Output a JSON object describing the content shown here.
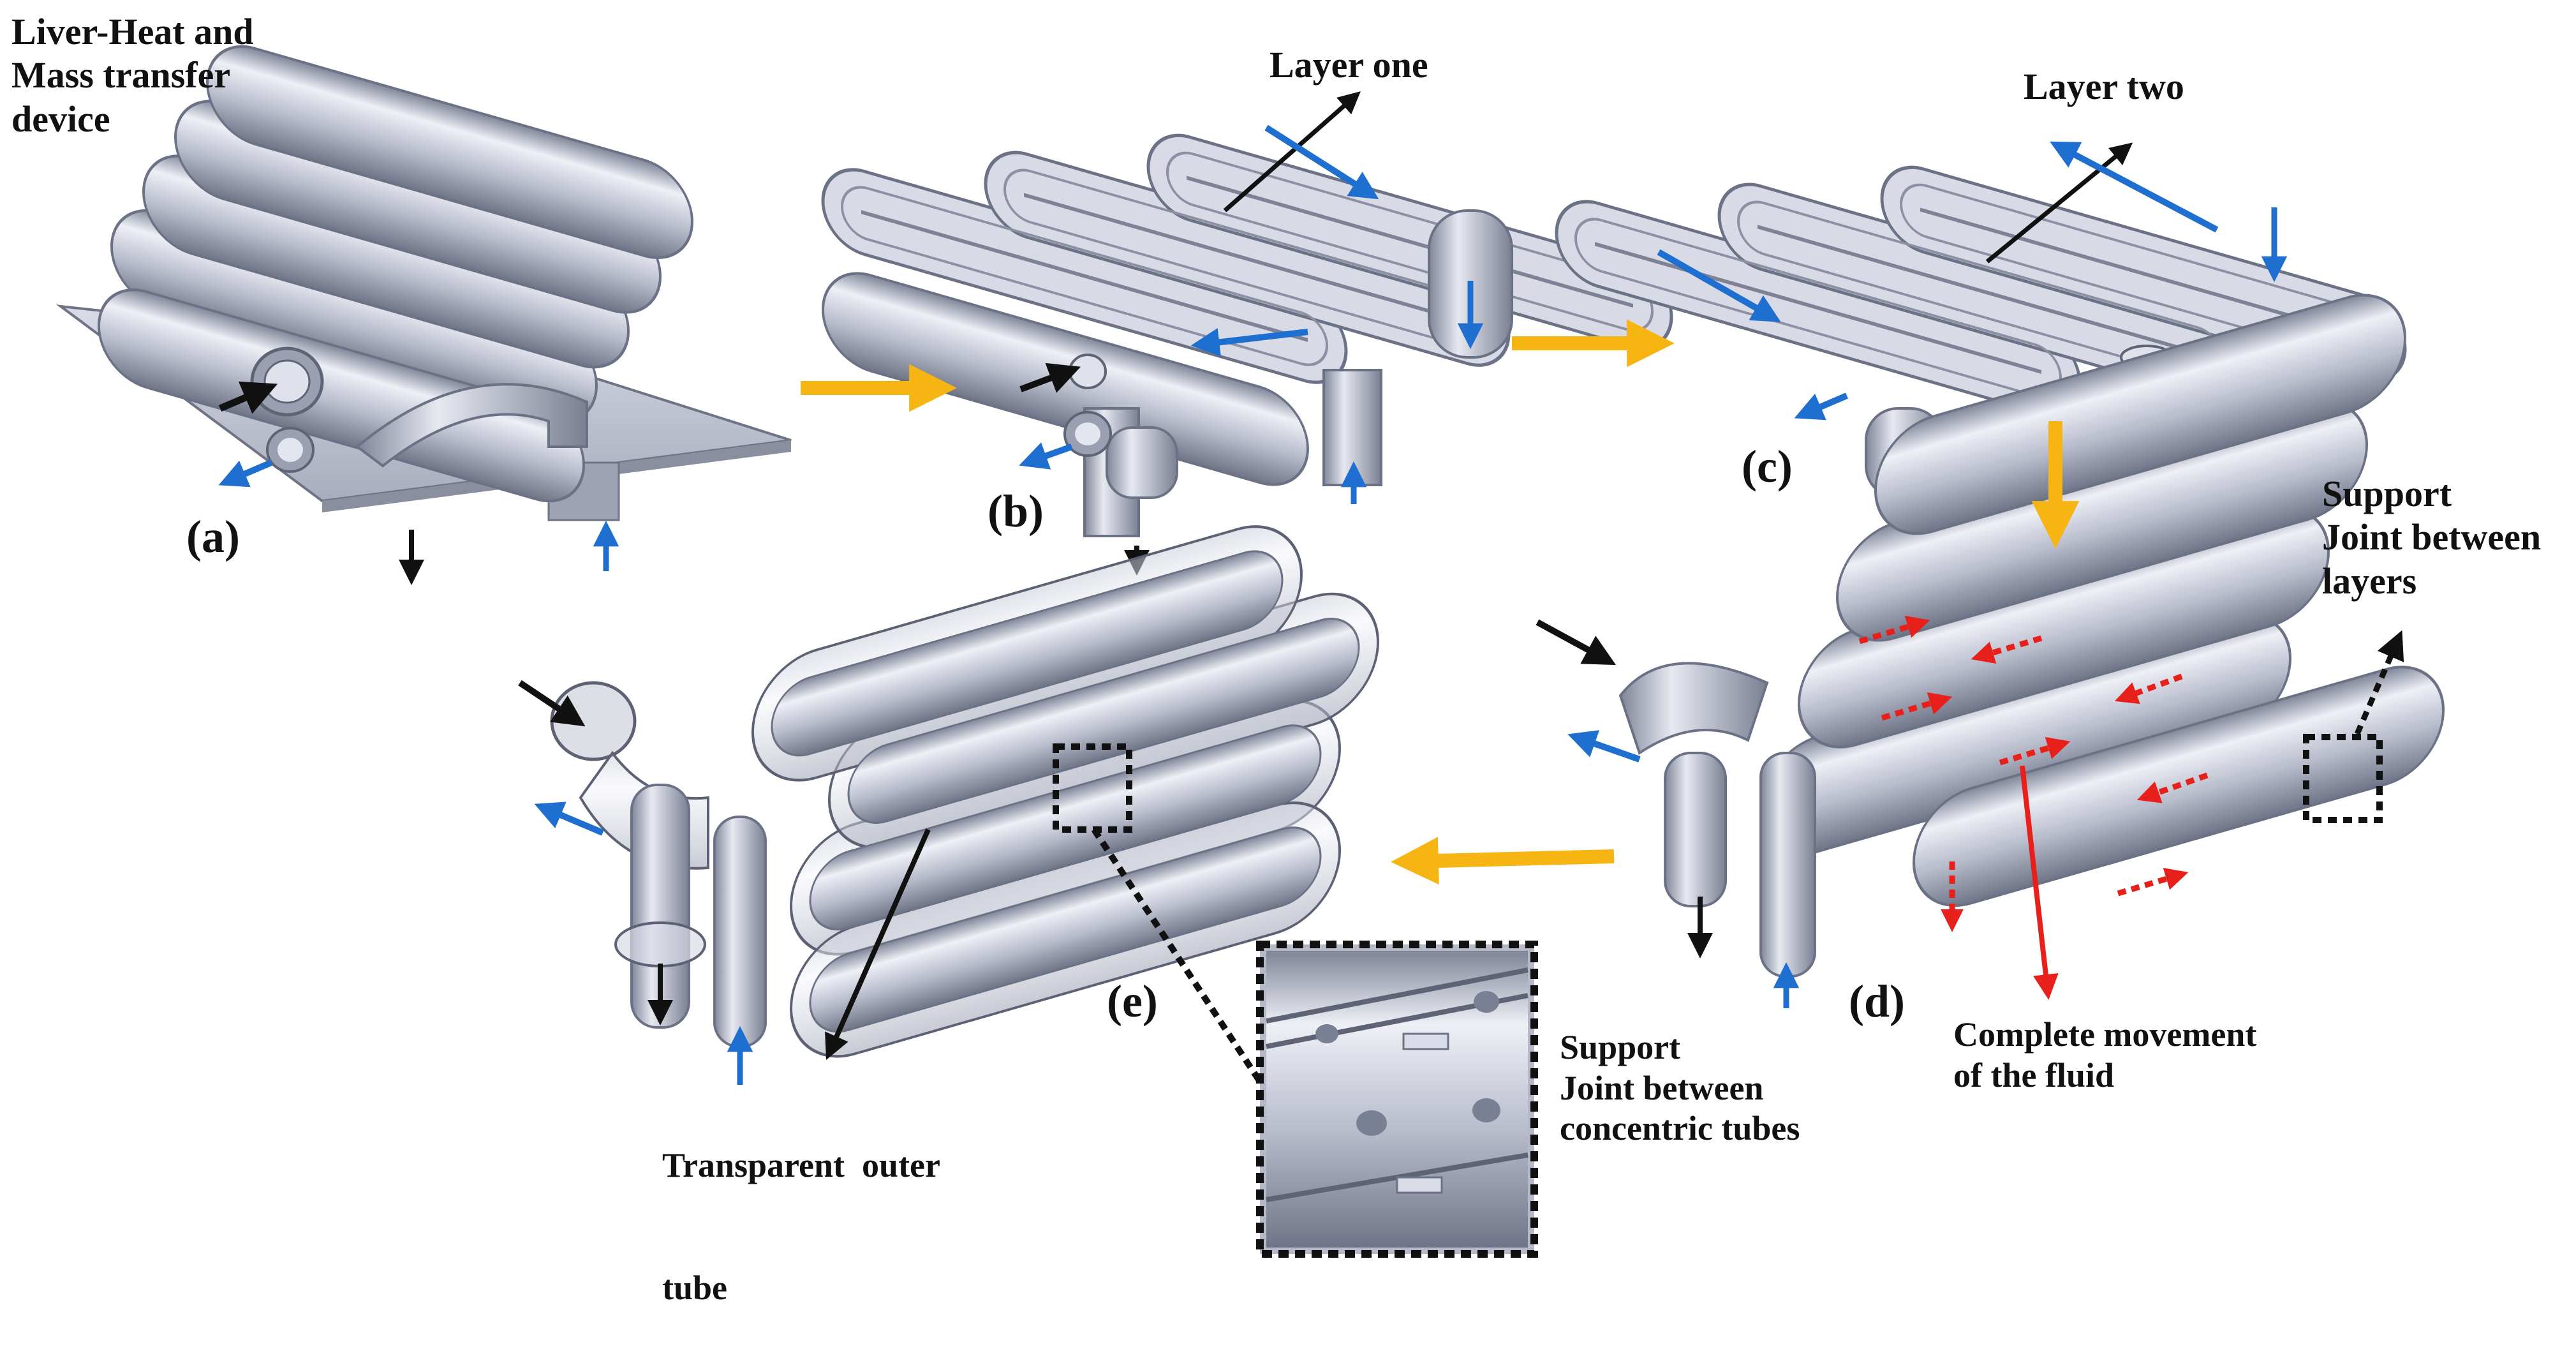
{
  "figure": {
    "panels": [
      {
        "id": "a",
        "label": "(a)"
      },
      {
        "id": "b",
        "label": "(b)"
      },
      {
        "id": "c",
        "label": "(c)"
      },
      {
        "id": "d",
        "label": "(d)"
      },
      {
        "id": "e",
        "label": "(e)"
      }
    ],
    "annotations": {
      "device_title": [
        "Liver-Heat and",
        "Mass transfer",
        "device"
      ],
      "layer_one": "Layer one",
      "layer_two": "Layer two",
      "support_layers": [
        "Support",
        "Joint between",
        "layers"
      ],
      "complete_movement": [
        "Complete movement",
        "of the fluid"
      ],
      "support_concentric": [
        "Support",
        "Joint between",
        "concentric tubes"
      ],
      "transparent_outer": [
        "Transparent  outer",
        "tube"
      ]
    },
    "colors": {
      "device_body": "#b9bdcc",
      "device_highlight": "#eef0f6",
      "device_shadow": "#7b8194",
      "flow_arrow_blue": "#1f6fd1",
      "flow_arrow_black": "#111111",
      "step_arrow_yellow": "#f6b513",
      "flow_arrow_red": "#e8201b"
    }
  }
}
